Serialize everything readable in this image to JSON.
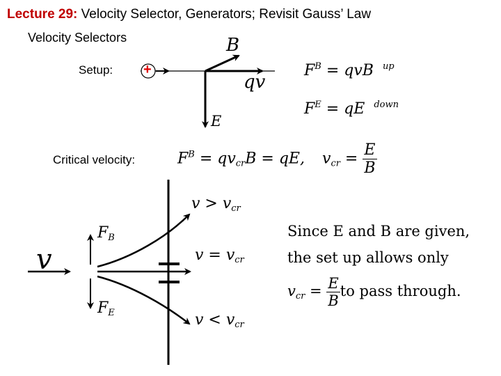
{
  "title": {
    "lead": "Lecture 29:",
    "rest": " Velocity Selector, Generators; Revisit Gauss’ Law"
  },
  "subtitle": "Velocity Selectors",
  "setup": {
    "label": "Setup:",
    "charge_sign": "+",
    "vec_B": "B",
    "vec_qv": "qv",
    "vec_E": "E",
    "eq_FB": {
      "lhs": "F",
      "sup": "B",
      "rhs": " = qvB",
      "note": "up"
    },
    "eq_FE": {
      "lhs": "F",
      "sup": "E",
      "rhs": " = qE",
      "note": "down"
    }
  },
  "critical": {
    "label": "Critical velocity:",
    "eq_lhs_F": "F",
    "eq_lhs_sup": "B",
    "eq_mid_a": " = qv",
    "eq_mid_sub": "cr",
    "eq_mid_b": "B = qE,",
    "v": "v",
    "v_sub": "cr",
    "eq_sign": " = ",
    "num": "E",
    "den": "B"
  },
  "diagram": {
    "v_label": "v",
    "FB": {
      "main": "F",
      "sub": "B"
    },
    "FE": {
      "main": "F",
      "sub": "E"
    },
    "gt": {
      "text": "v > v",
      "sub": "cr"
    },
    "eq": {
      "text": "v = v",
      "sub": "cr"
    },
    "lt": {
      "text": "v < v",
      "sub": "cr"
    }
  },
  "explanation": {
    "line1": "Since E and B are given,",
    "line2": "the set up allows only",
    "v": "v",
    "v_sub": "cr",
    "eq_sign": " = ",
    "num": "E",
    "den": "B",
    "tail": "to pass through."
  },
  "colors": {
    "title_accent": "#c00000",
    "charge": "#e00000"
  }
}
